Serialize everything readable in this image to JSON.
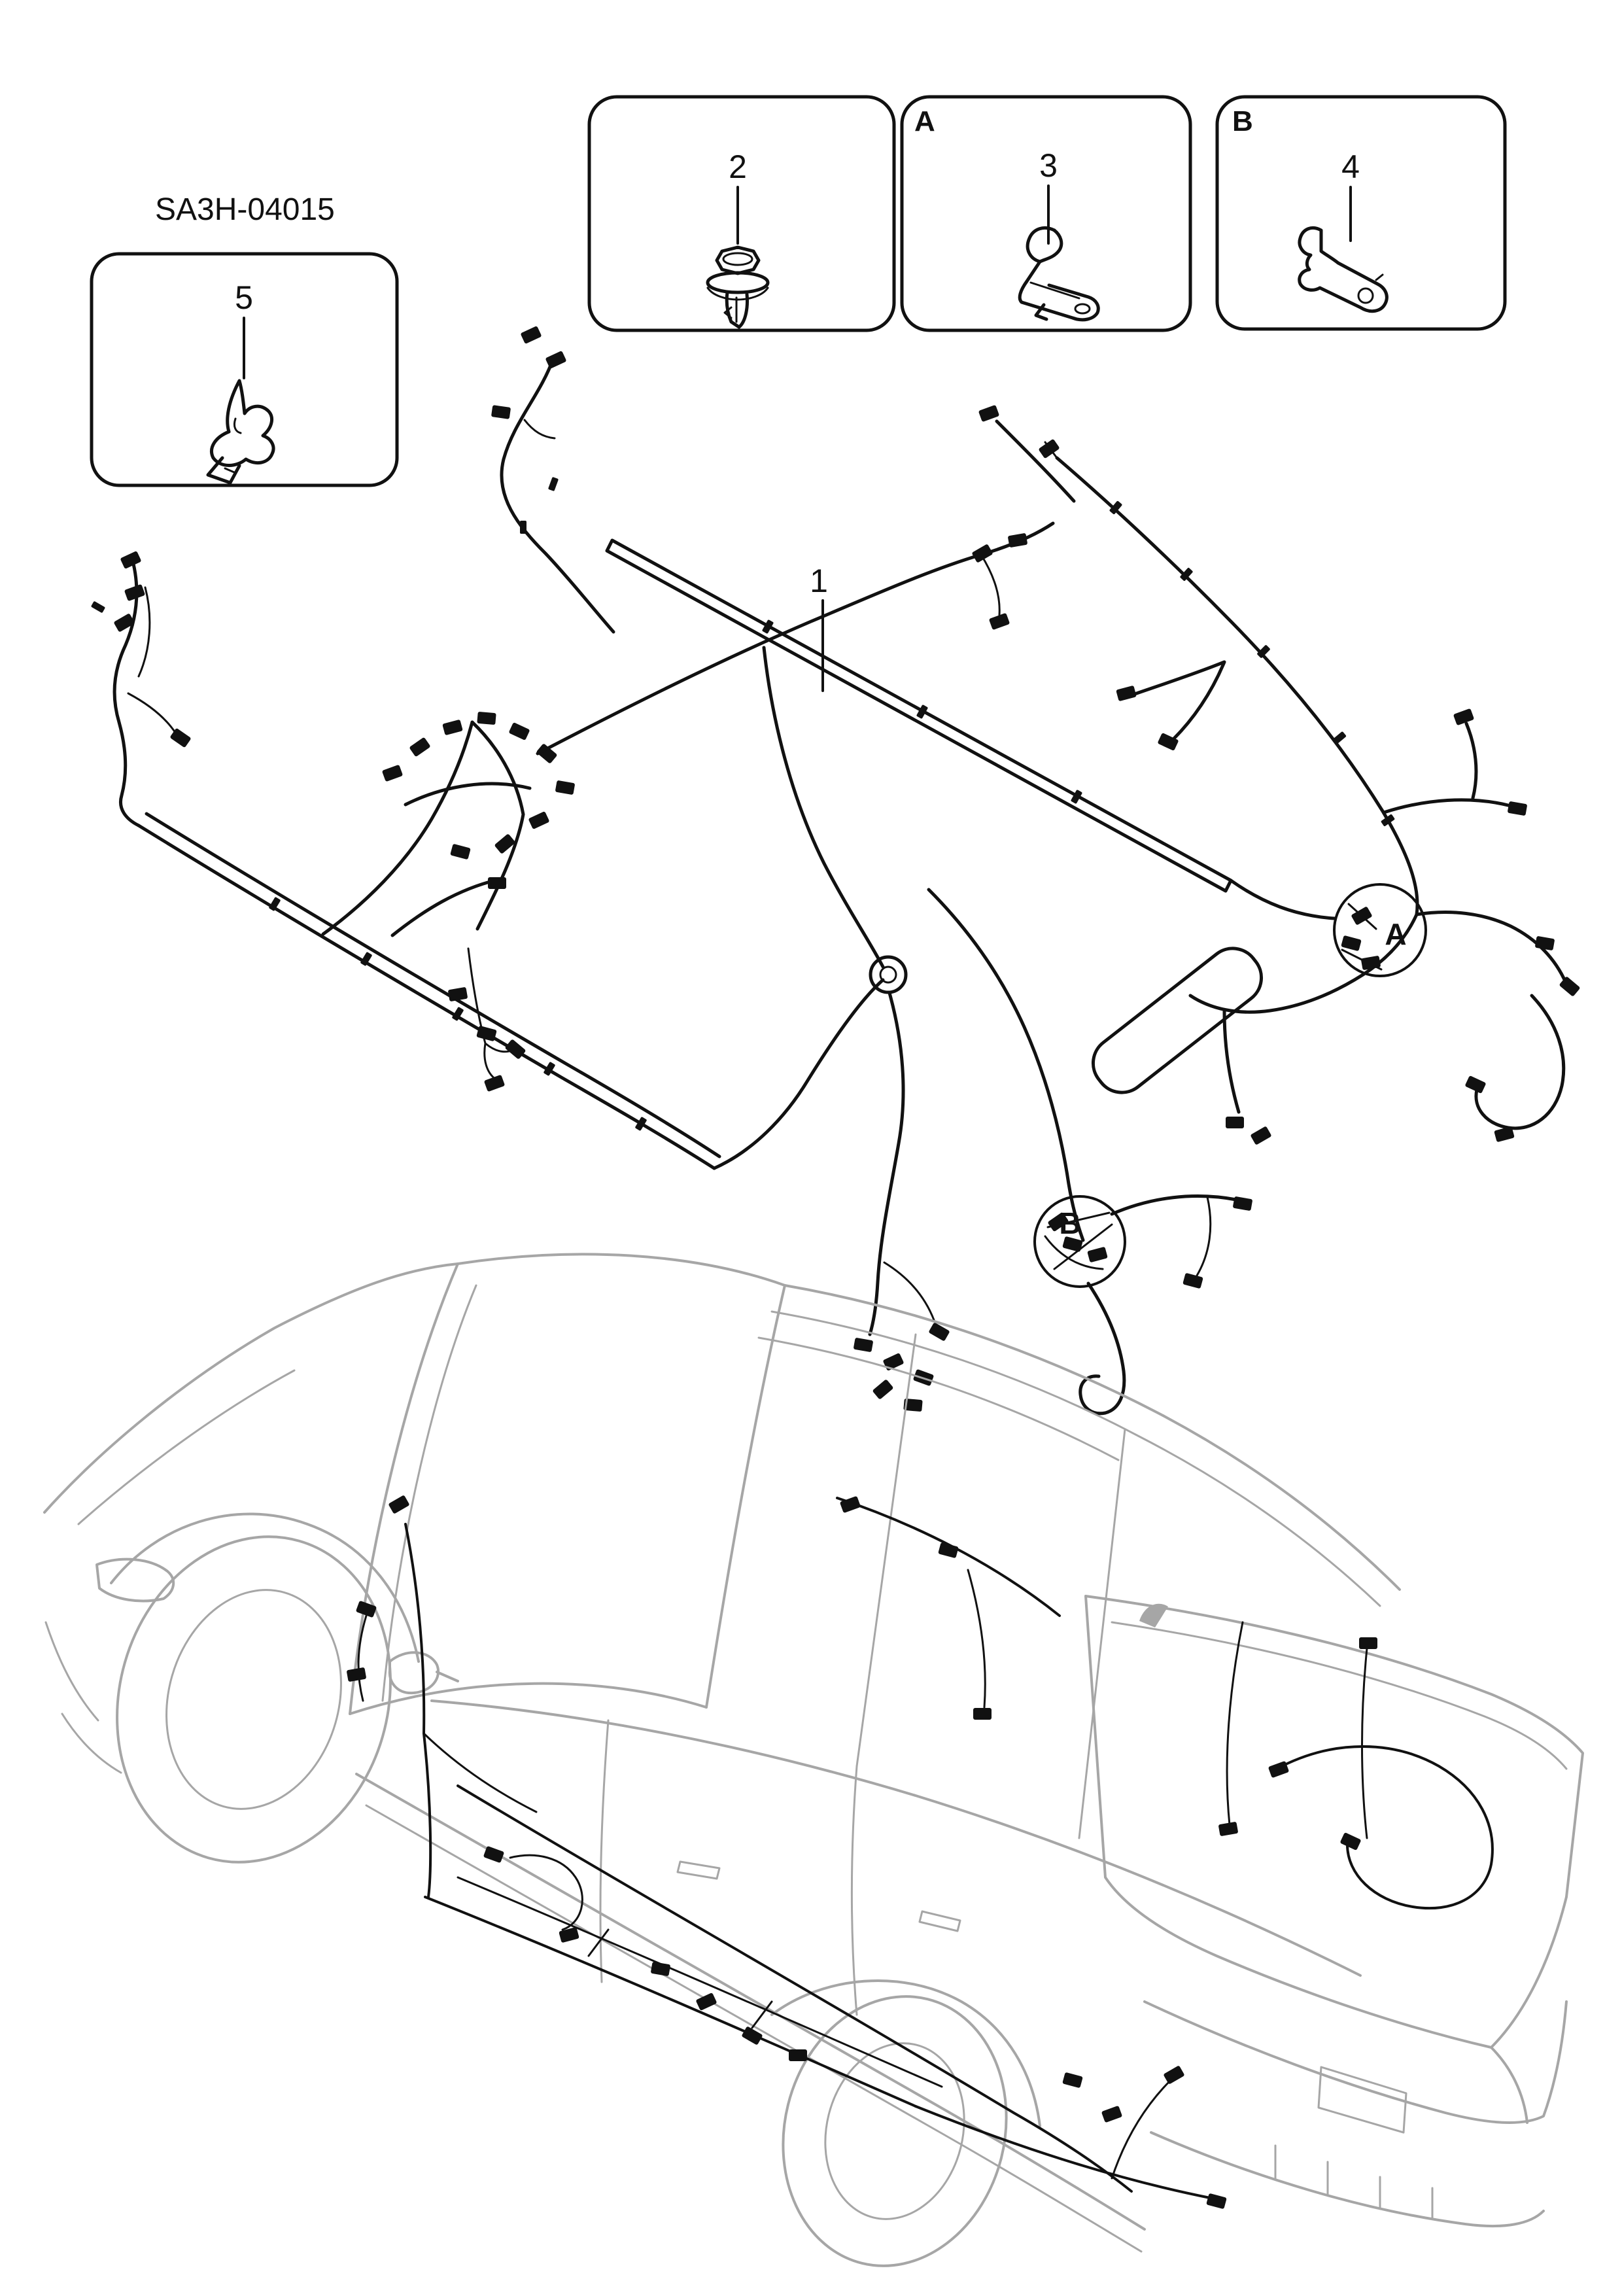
{
  "page": {
    "background": "#ffffff",
    "line_color": "#111111",
    "car_outline_color": "#a6a6a6"
  },
  "diagram": {
    "code": "SA3H-04015",
    "harness_label": "1",
    "boxes": {
      "box5": {
        "part_number": "5",
        "drawing": "mounting-clip"
      },
      "box2": {
        "part_number": "2",
        "drawing": "push-bolt-clip"
      },
      "boxA": {
        "letter": "A",
        "part_number": "3",
        "drawing": "wiring-bracket"
      },
      "boxB": {
        "letter": "B",
        "part_number": "4",
        "drawing": "wiring-bracket"
      }
    },
    "callouts": {
      "circleA": "A",
      "circleB": "B"
    }
  }
}
